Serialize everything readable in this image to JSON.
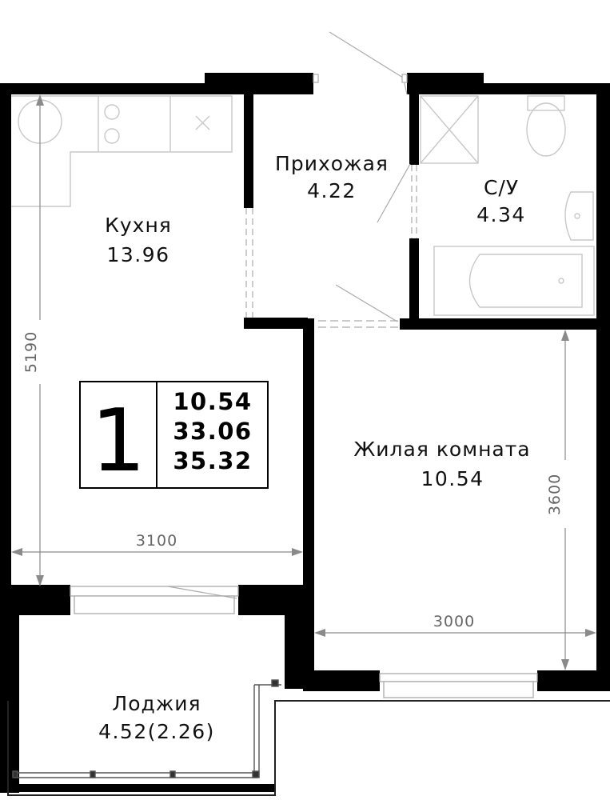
{
  "rooms": {
    "hall": {
      "name": "Прихожая",
      "area": "4.22"
    },
    "bath": {
      "name": "С/У",
      "area": "4.34"
    },
    "kitchen": {
      "name": "Кухня",
      "area": "13.96"
    },
    "living": {
      "name": "Жилая комната",
      "area": "10.54"
    },
    "loggia": {
      "name": "Лоджия",
      "area": "4.52(2.26)"
    }
  },
  "summary": {
    "rooms_count": "1",
    "living_area": "10.54",
    "total_area": "33.06",
    "total_with_loggia": "35.32"
  },
  "dimensions": {
    "kitchen_height": "5190",
    "kitchen_width": "3100",
    "living_height": "3600",
    "living_width": "3000"
  }
}
